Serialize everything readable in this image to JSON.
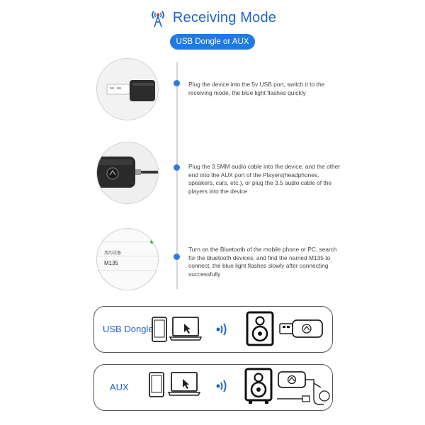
{
  "header": {
    "title": "Receiving Mode",
    "icon": "signal-antenna-icon"
  },
  "badge": {
    "label": "USB Dongle or AUX"
  },
  "steps": [
    {
      "text": "Plug the device into the 5v USB port, switch it to the receiving mode, the blue light flashes quickly",
      "image": "usb-plug-photo"
    },
    {
      "text": "Plug the 3.5MM audio cable into the device, and the other end into the AUX port of the Players(headphones, speakers, cars, etc.), or plug the 3.5 audio cable of the players into the device",
      "image": "aux-cable-photo"
    },
    {
      "text": "Turn on the Bluetooth of the mobile phone or PC, search for the bluetooth devices, and find the named M135 to connect, the blue light flashes slowly after connecting successfully",
      "image": "bluetooth-list-photo"
    }
  ],
  "phone_screen": {
    "section_label": "我的设备",
    "device_name": "M135"
  },
  "panels": [
    {
      "label": "USB Dongle"
    },
    {
      "label": "AUX"
    }
  ],
  "colors": {
    "accent": "#1e7be0",
    "title": "#1f63c9",
    "line": "#d4d4d4"
  }
}
